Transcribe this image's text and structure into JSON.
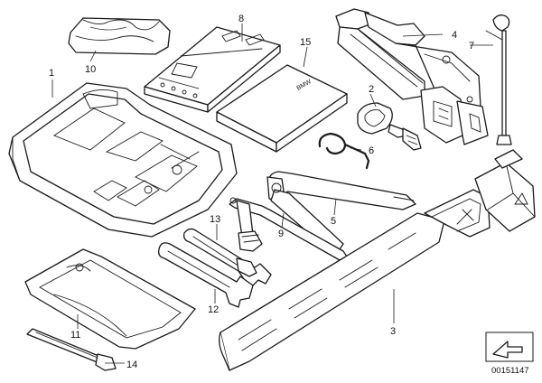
{
  "diagram": {
    "callouts": [
      {
        "id": "1",
        "label": "1"
      },
      {
        "id": "2",
        "label": "2"
      },
      {
        "id": "3",
        "label": "3"
      },
      {
        "id": "4",
        "label": "4"
      },
      {
        "id": "5",
        "label": "5"
      },
      {
        "id": "6",
        "label": "6"
      },
      {
        "id": "7",
        "label": "7"
      },
      {
        "id": "8",
        "label": "8"
      },
      {
        "id": "9",
        "label": "9"
      },
      {
        "id": "10",
        "label": "10"
      },
      {
        "id": "11",
        "label": "11"
      },
      {
        "id": "12",
        "label": "12"
      },
      {
        "id": "13",
        "label": "13"
      },
      {
        "id": "14",
        "label": "14"
      },
      {
        "id": "15",
        "label": "15"
      }
    ],
    "reference_number": "00151147",
    "nav_icon": "arrow-outline-icon"
  }
}
